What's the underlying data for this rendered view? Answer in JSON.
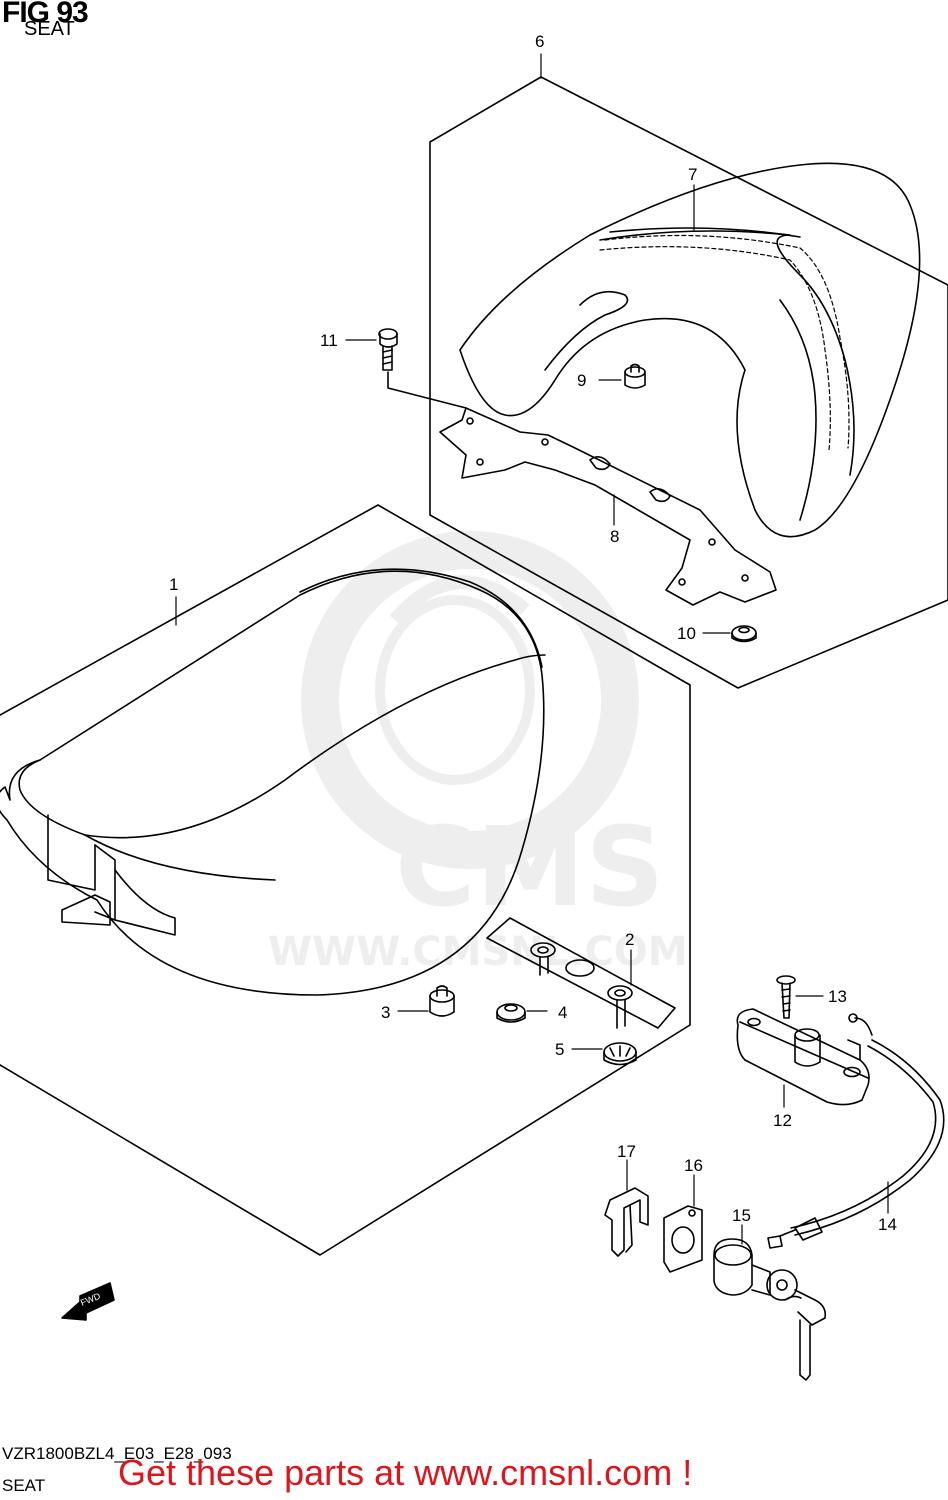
{
  "figure": {
    "title": "FIG 93",
    "subtitle": "SEAT",
    "model_code": "VZR1800BZL4_E03_E28_093",
    "caption": "SEAT"
  },
  "promo": {
    "text": "Get these parts at www.cmsnl.com !",
    "color": "#e0141c"
  },
  "watermark": {
    "brand": "CMS",
    "url": "WWW.CMSNL.COM"
  },
  "direction_tag": "FWD",
  "callouts": [
    "1",
    "2",
    "3",
    "4",
    "5",
    "6",
    "7",
    "8",
    "9",
    "10",
    "11",
    "12",
    "13",
    "14",
    "15",
    "16",
    "17"
  ]
}
